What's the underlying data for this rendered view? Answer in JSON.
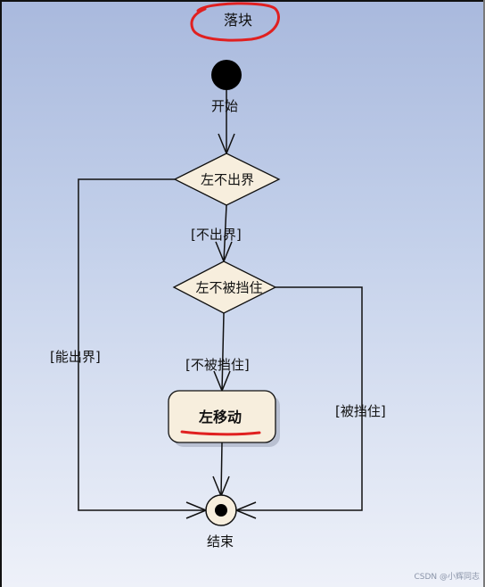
{
  "diagram": {
    "title": "落块",
    "start_label": "开始",
    "decision1": "左不出界",
    "decision2": "左不被挡住",
    "action": "左移动",
    "end_label": "结束",
    "guard_not_out": "[不出界]",
    "guard_out": "[能出界]",
    "guard_not_blocked": "[不被挡住]",
    "guard_blocked": "[被挡住]"
  },
  "watermark": "CSDN @小辉同志",
  "colors": {
    "annotation_red": "#e02020",
    "node_fill": "#f7eedd",
    "line": "#111111"
  }
}
